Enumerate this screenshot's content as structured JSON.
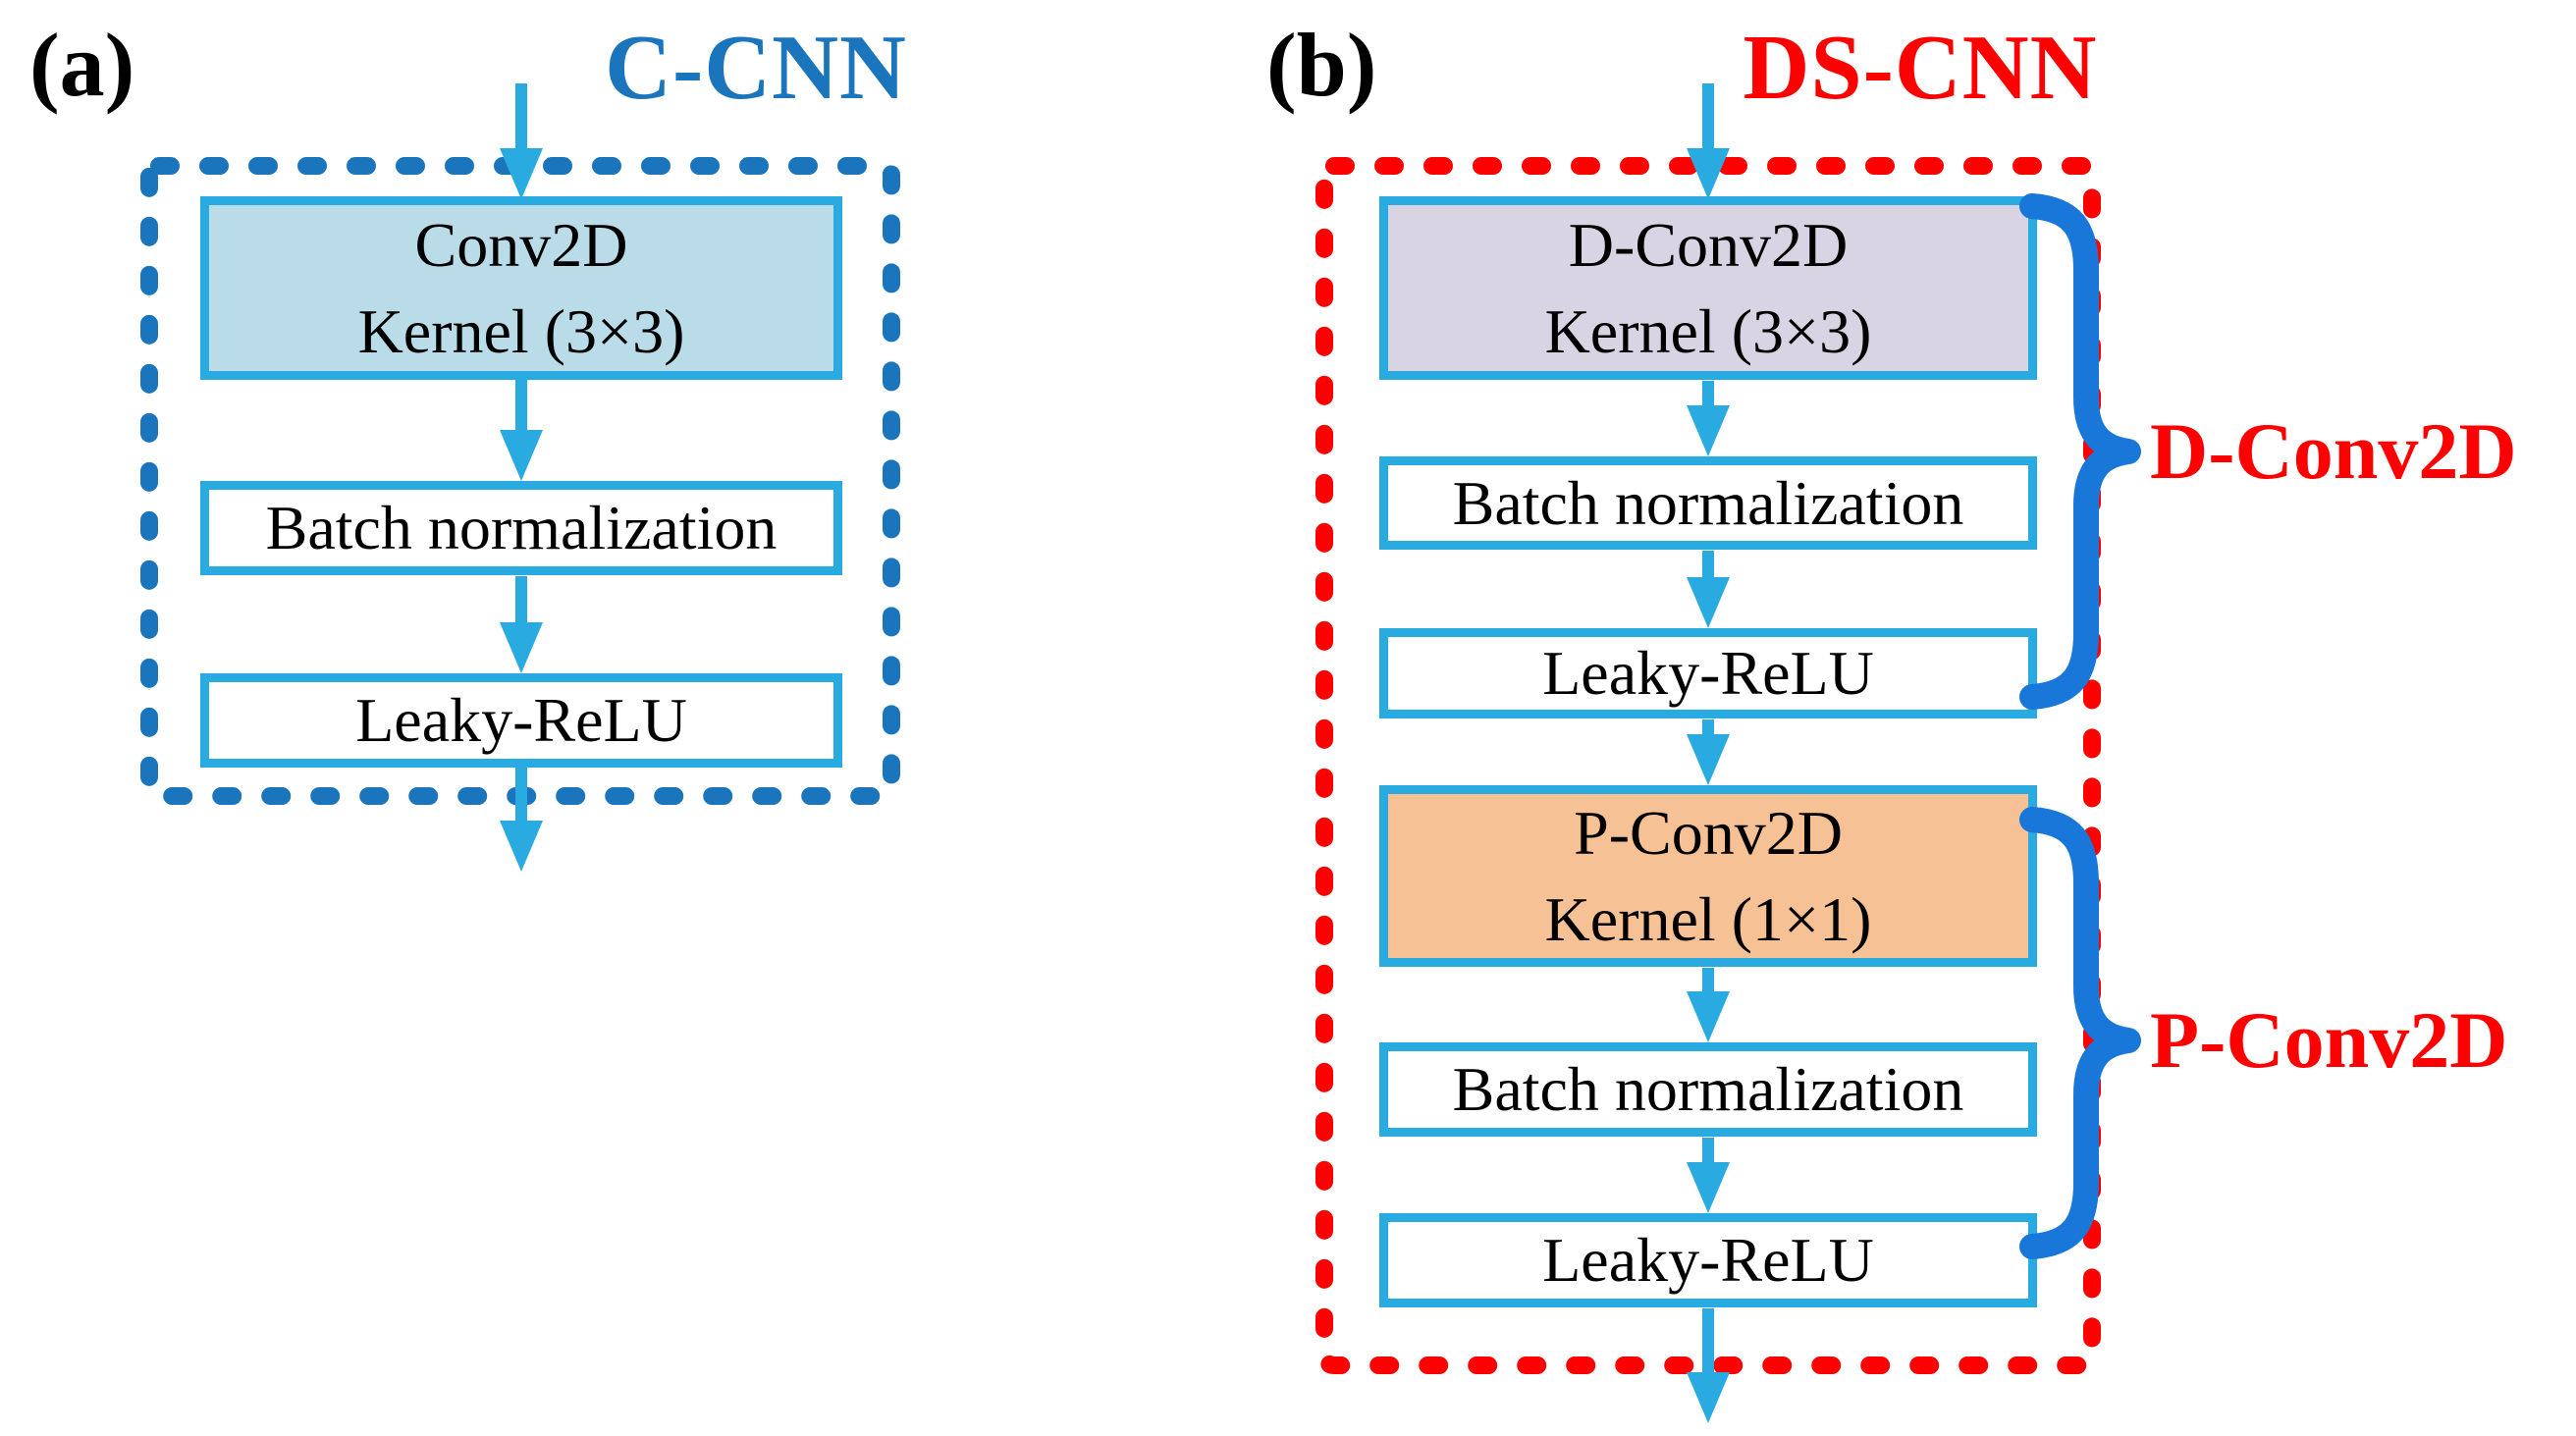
{
  "panel_a": {
    "tag": "(a)",
    "title": "C-CNN",
    "blocks": {
      "conv": {
        "line1": "Conv2D",
        "line2": "Kernel (3×3)"
      },
      "bn": {
        "line1": "Batch normalization"
      },
      "lrelu": {
        "line1": "Leaky-ReLU"
      }
    }
  },
  "panel_b": {
    "tag": "(b)",
    "title": "DS-CNN",
    "blocks": {
      "dconv": {
        "line1": "D-Conv2D",
        "line2": "Kernel (3×3)"
      },
      "bn1": {
        "line1": "Batch normalization"
      },
      "lrelu1": {
        "line1": "Leaky-ReLU"
      },
      "pconv": {
        "line1": "P-Conv2D",
        "line2": "Kernel (1×1)"
      },
      "bn2": {
        "line1": "Batch normalization"
      },
      "lrelu2": {
        "line1": "Leaky-ReLU"
      }
    },
    "brace_label_top": "D-Conv2D",
    "brace_label_bottom": "P-Conv2D"
  },
  "colors": {
    "boundary_blue": "#1B75BC",
    "boundary_red": "#FF0000",
    "box_border_cyan": "#29ABE2",
    "arrow_cyan": "#29ABE2",
    "brace_blue": "#1877D8",
    "conv_fill": "#BADCE8",
    "dconv_fill": "#D9D4E3",
    "pconv_fill": "#F6C295",
    "text_black": "#000000"
  }
}
